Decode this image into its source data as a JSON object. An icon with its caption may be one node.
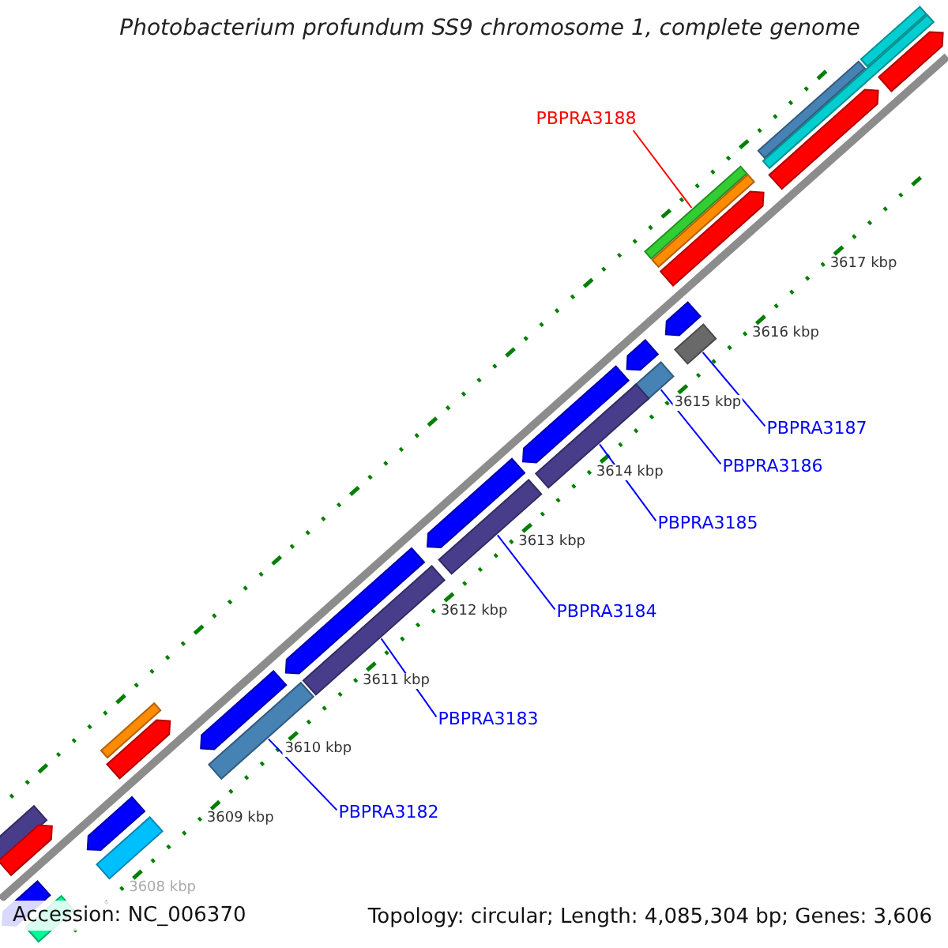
{
  "diagram": {
    "title": "Photobacterium profundum SS9 chromosome 1, complete genome",
    "nodes": [
      {
        "text": [
          "PBPRA3188"
        ]
      },
      {
        "text": [],
        "shape": "bar"
      },
      {
        "text": [
          "PBPRA3187"
        ]
      },
      {
        "text": [],
        "shape": "bar"
      },
      {
        "text": [
          "PBPRA3186"
        ]
      },
      {
        "text": [],
        "shape": "bar"
      },
      {
        "text": [
          "PBPRA3185"
        ]
      },
      {
        "text": [],
        "shape": "bar"
      },
      {
        "text": [
          "PBPRA3184"
        ]
      },
      {
        "text": [],
        "shape": "bar"
      },
      {
        "text": [
          "PBPRA3183"
        ]
      },
      {
        "text": [],
        "shape": "bar"
      },
      {
        "text": [
          "PBPRA3182"
        ]
      },
      {
        "text": [],
        "shape": "bar"
      },
      {
        "text": [],
        "shape": "bar"
      },
      {
        "text": [],
        "shape": "bar"
      },
      {
        "text": [],
        "shape": "bar"
      },
      {
        "text": [],
        "shape": "bar"
      },
      {
        "text": [],
        "shape": "bar"
      },
      {
        "text": [],
        "shape": "bar"
      },
      {
        "text": [],
        "shape": "bar"
      },
      {
        "text": [],
        "shape": "bar"
      },
      {
        "text": [],
        "shape": "bar"
      },
      {
        "text": [],
        "shape": "bar"
      },
      {
        "text": [],
        "shape": "bar"
      },
      {
        "text": [],
        "shape": "bar"
      },
      {
        "text": [],
        "shape": "bar"
      },
      {
        "text": [],
        "shape": "bar"
      },
      {
        "text": [],
        "shape": "bar"
      },
      {
        "text": [],
        "shape": "bar"
      },
      {
        "text": [],
        "shape": "bar"
      },
      {
        "text": [],
        "shape": "bar"
      },
      {
        "text": [],
        "shape": "bar"
      },
      {
        "text": [],
        "shape": "bar"
      },
      {
        "text": [],
        "shape": "bar"
      }
    ],
    "edges": [
      {
        "from": 0,
        "to": 1,
        "arrow": "none",
        "color": "#ff0000"
      },
      {
        "from": 2,
        "to": 3,
        "arrow": "none"
      },
      {
        "from": 4,
        "to": 5,
        "arrow": "none"
      },
      {
        "from": 6,
        "to": 7,
        "arrow": "none"
      },
      {
        "from": 8,
        "to": 9,
        "arrow": "none"
      },
      {
        "from": 10,
        "to": 11,
        "arrow": "none"
      },
      {
        "from": 12,
        "to": 13,
        "arrow": "none"
      }
    ],
    "labels": [
      "3617 kbp",
      "3616 kbp",
      "3615 kbp",
      "3614 kbp",
      "3613 kbp",
      "3612 kbp",
      "3611 kbp",
      "3610 kbp",
      "3609 kbp",
      "3608 kbp",
      "Accession: NC_006370",
      "Topology: circular; Length: 4,085,304 bp; Genes: 3,606"
    ]
  }
}
